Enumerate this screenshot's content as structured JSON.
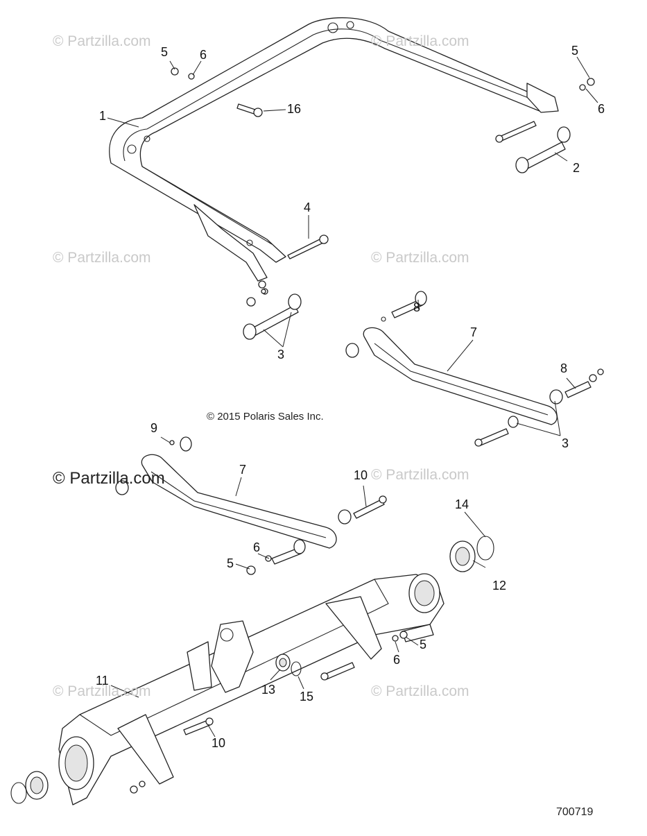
{
  "watermarks": {
    "text": "© Partzilla.com",
    "bold_text": "© Partzilla.com"
  },
  "copyright": "© 2015 Polaris Sales Inc.",
  "diagram_number": "700719",
  "callouts": [
    "1",
    "2",
    "3",
    "3",
    "4",
    "5",
    "5",
    "5",
    "5",
    "6",
    "6",
    "6",
    "6",
    "7",
    "7",
    "8",
    "8",
    "9",
    "10",
    "10",
    "11",
    "12",
    "13",
    "14",
    "15",
    "16"
  ]
}
